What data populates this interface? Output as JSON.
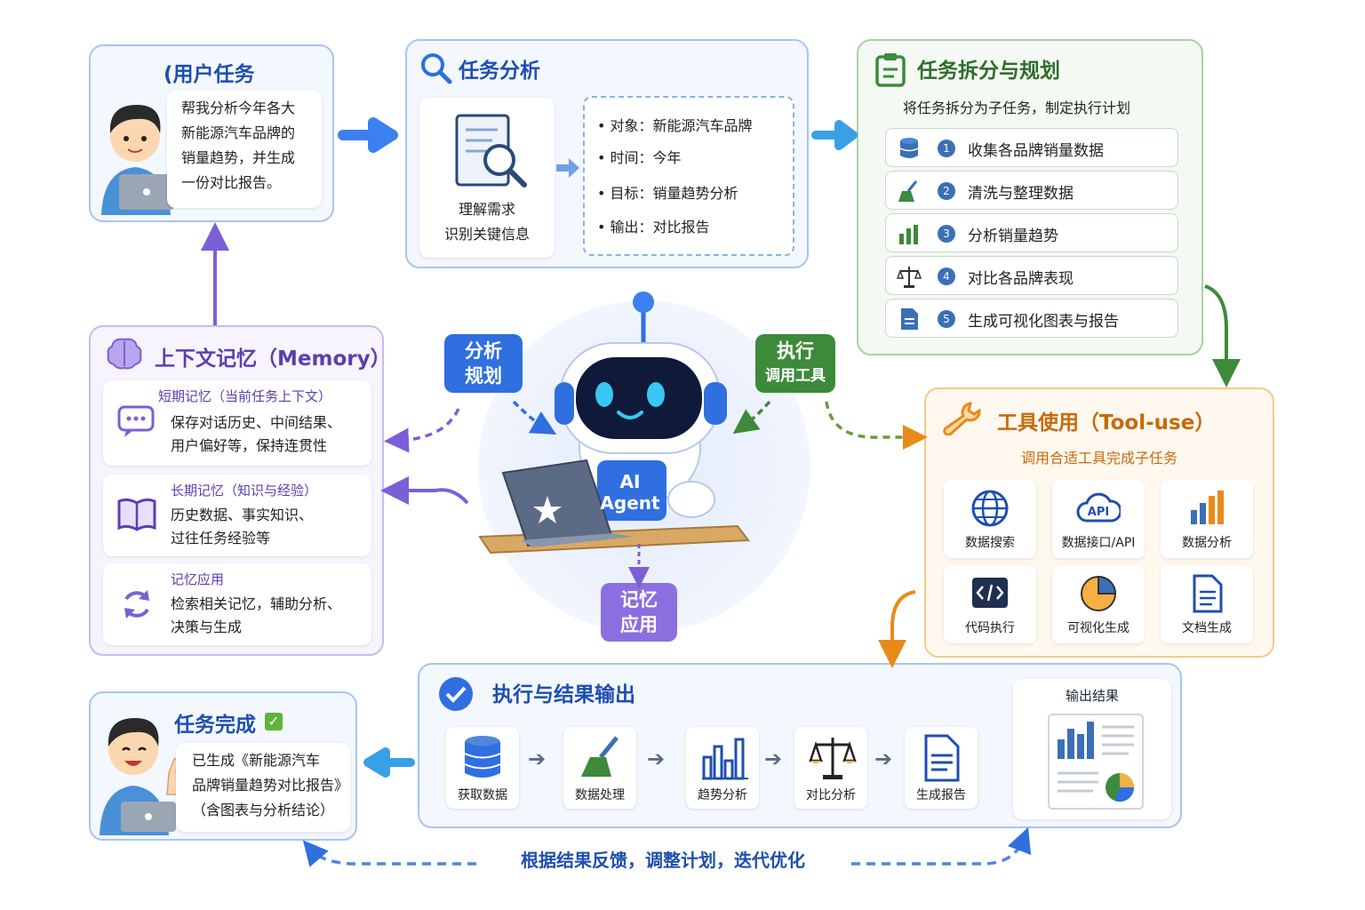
{
  "user_task": {
    "title": "(用户任务",
    "request_lines": [
      "帮我分析今年各大",
      "新能源汽车品牌的",
      "销量趋势，并生成",
      "一份对比报告。"
    ]
  },
  "task_analysis": {
    "title": "任务分析",
    "understand_lines": [
      "理解需求",
      "识别关键信息"
    ],
    "bullets": [
      "对象：新能源汽车品牌",
      "时间：今年",
      "目标：销量趋势分析",
      "输出：对比报告"
    ]
  },
  "planning": {
    "title": "任务拆分与规划",
    "subtitle": "将任务拆分为子任务，制定执行计划",
    "steps": [
      {
        "num": "1",
        "label": "收集各品牌销量数据",
        "icon": "database-icon"
      },
      {
        "num": "2",
        "label": "清洗与整理数据",
        "icon": "broom-icon"
      },
      {
        "num": "3",
        "label": "分析销量趋势",
        "icon": "bar-chart-icon"
      },
      {
        "num": "4",
        "label": "对比各品牌表现",
        "icon": "scale-icon"
      },
      {
        "num": "5",
        "label": "生成可视化图表与报告",
        "icon": "document-icon"
      }
    ]
  },
  "memory": {
    "title": "上下文记忆（Memory）",
    "items": [
      {
        "heading": "短期记忆（当前任务上下文）",
        "lines": [
          "保存对话历史、中间结果、",
          "用户偏好等，保持连贯性"
        ],
        "icon": "chat-bubble-icon"
      },
      {
        "heading": "长期记忆（知识与经验）",
        "lines": [
          "历史数据、事实知识、",
          "过往任务经验等"
        ],
        "icon": "book-icon"
      },
      {
        "heading": "记忆应用",
        "lines": [
          "检索相关记忆，辅助分析、",
          "决策与生成"
        ],
        "icon": "refresh-icon"
      }
    ]
  },
  "agent": {
    "badge_lines": [
      "AI",
      "Agent"
    ],
    "analysis_bubble": [
      "分析",
      "规划"
    ],
    "execute_bubble": [
      "执行",
      "调用工具"
    ],
    "memory_bubble": [
      "记忆",
      "应用"
    ]
  },
  "tool_use": {
    "title": "工具使用（Tool-use）",
    "subtitle": "调用合适工具完成子任务",
    "tools": [
      {
        "label": "数据搜索",
        "icon": "globe-icon"
      },
      {
        "label": "数据接口/API",
        "icon": "api-cloud-icon"
      },
      {
        "label": "数据分析",
        "icon": "bar-chart-icon"
      },
      {
        "label": "代码执行",
        "icon": "code-icon"
      },
      {
        "label": "可视化生成",
        "icon": "pie-chart-icon"
      },
      {
        "label": "文档生成",
        "icon": "document-icon"
      }
    ]
  },
  "execution": {
    "title": "执行与结果输出",
    "flow": [
      {
        "label": "获取数据",
        "icon": "database-icon"
      },
      {
        "label": "数据处理",
        "icon": "broom-icon"
      },
      {
        "label": "趋势分析",
        "icon": "bar-chart-icon"
      },
      {
        "label": "对比分析",
        "icon": "scale-icon"
      },
      {
        "label": "生成报告",
        "icon": "document-icon"
      }
    ],
    "output_title": "输出结果"
  },
  "done": {
    "title": "任务完成",
    "result_lines": [
      "已生成《新能源汽车",
      "品牌销量趋势对比报告》",
      "（含图表与分析结论）"
    ]
  },
  "feedback": "根据结果反馈，调整计划，迭代优化",
  "colors": {
    "blue": "#2f6fe0",
    "green": "#3d8a3a",
    "purple": "#7b5fd6",
    "orange": "#e88a1a"
  }
}
